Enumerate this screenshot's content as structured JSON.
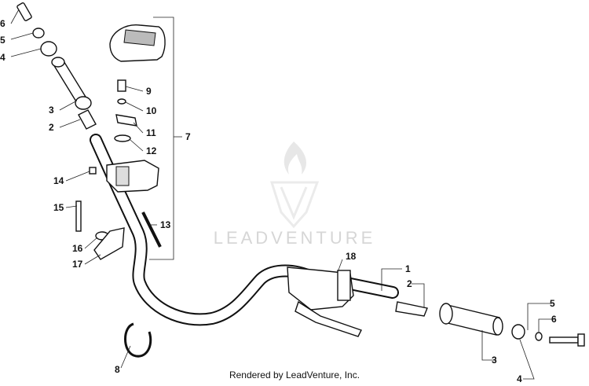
{
  "watermark": {
    "brand": "LEADVENTURE"
  },
  "footer": {
    "credit": "Rendered by LeadVenture, Inc."
  },
  "callouts": [
    "6",
    "5",
    "4",
    "3",
    "2",
    "9",
    "10",
    "11",
    "12",
    "7",
    "14",
    "15",
    "13",
    "16",
    "17",
    "8",
    "18",
    "1",
    "2",
    "5",
    "6",
    "3",
    "4"
  ]
}
